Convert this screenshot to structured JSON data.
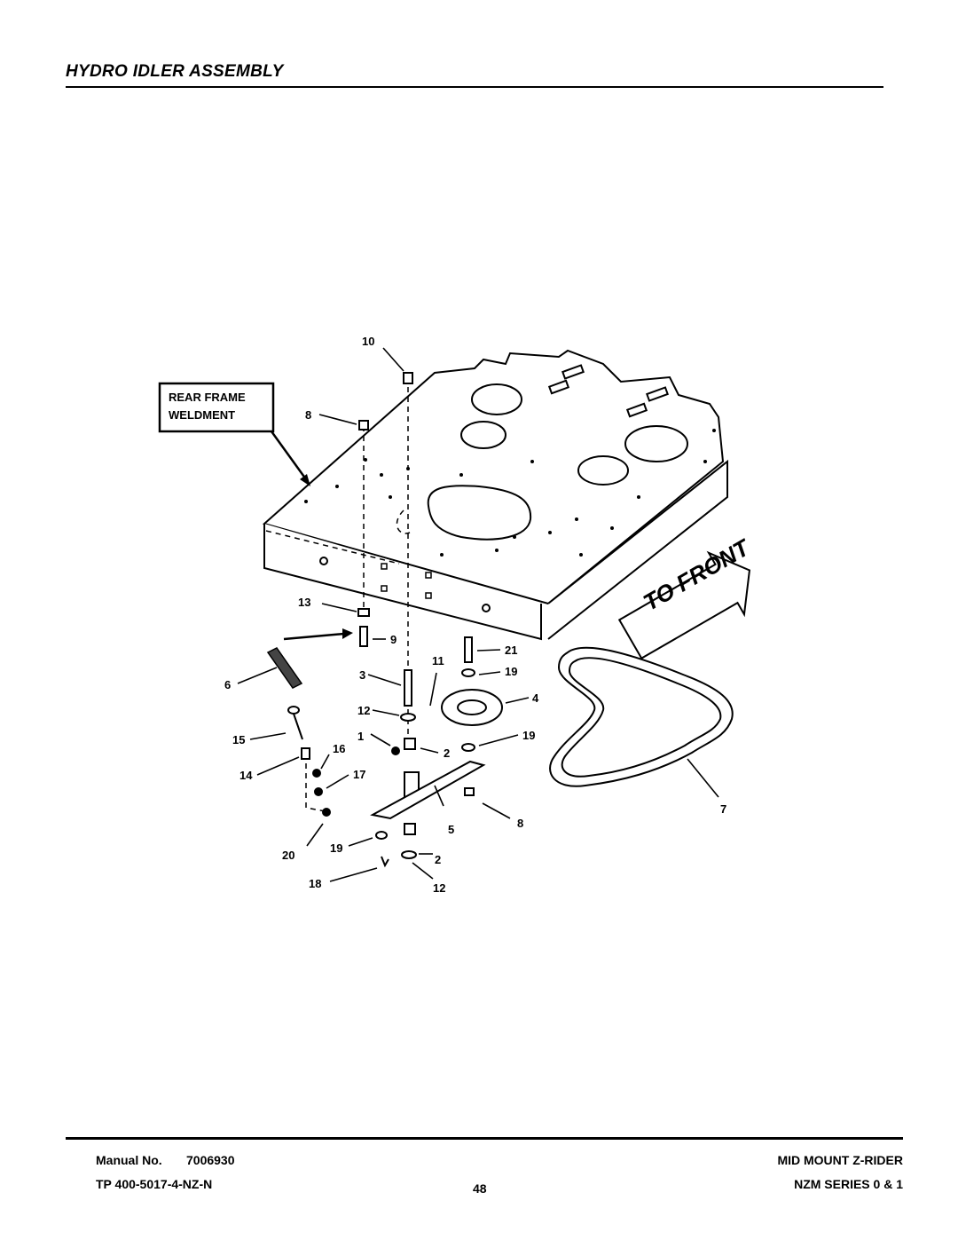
{
  "page": {
    "title": "HYDRO IDLER ASSEMBLY"
  },
  "diagram": {
    "callout_line1": "REAR FRAME",
    "callout_line2": "WELDMENT",
    "direction_label": "TO FRONT",
    "part_numbers": [
      "10",
      "8",
      "13",
      "9",
      "6",
      "3",
      "11",
      "21",
      "19",
      "4",
      "12",
      "1",
      "16",
      "2",
      "19",
      "15",
      "14",
      "17",
      "5",
      "8",
      "7",
      "20",
      "19",
      "2",
      "18",
      "12"
    ]
  },
  "footer": {
    "manual_label": "Manual No.",
    "manual_number": "7006930",
    "tp_code": "TP 400-5017-4-NZ-N",
    "page_number": "48",
    "product": "MID MOUNT Z-RIDER",
    "series": "NZM SERIES 0 & 1"
  }
}
